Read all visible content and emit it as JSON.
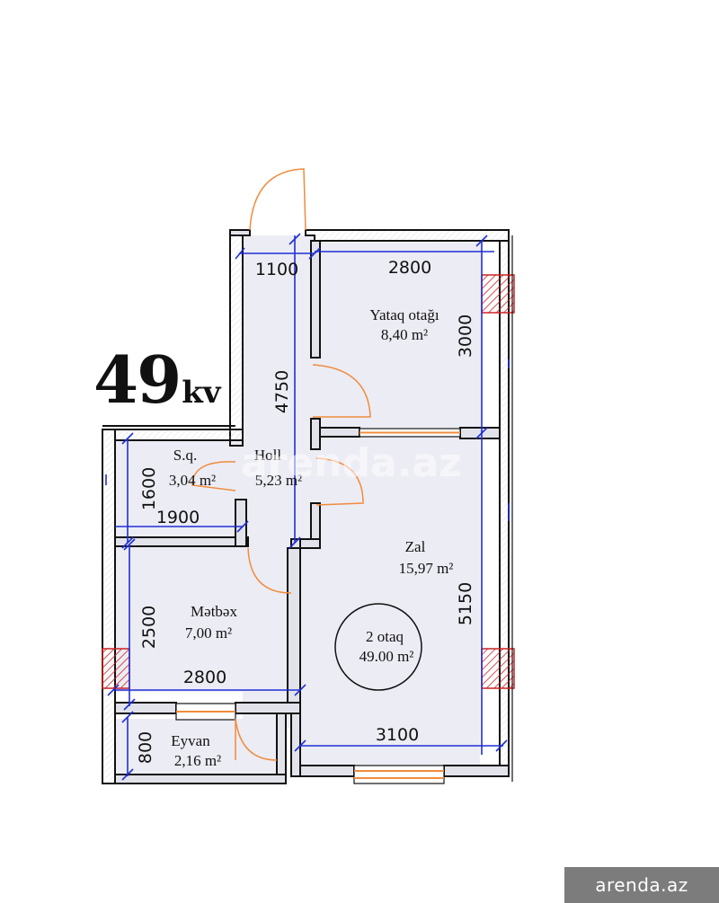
{
  "title": {
    "number": "49",
    "unit": "kv"
  },
  "rooms": {
    "yataq": {
      "name": "Yataq otağı",
      "area": "8,40 m²"
    },
    "hall": {
      "name": "Holl",
      "area": "5,23 m²"
    },
    "sq": {
      "name": "S.q.",
      "area": "3,04 m²"
    },
    "zal": {
      "name": "Zal",
      "area": "15,97 m²"
    },
    "metbex": {
      "name": "Mətbəx",
      "area": "7,00 m²"
    },
    "eyvan": {
      "name": "Eyvan",
      "area": "2,16 m²"
    }
  },
  "summary": {
    "rooms": "2 otaq",
    "area": "49.00 m²"
  },
  "dimensions": {
    "d1100": "1100",
    "d2800_top": "2800",
    "d3000": "3000",
    "d4750": "4750",
    "d1600": "1600",
    "d1900": "1900",
    "d2500": "2500",
    "d2800_mid": "2800",
    "d5150": "5150",
    "d3100": "3100",
    "d800": "800"
  },
  "watermark": "arenda.az",
  "colors": {
    "wall_fill": "#e6e6ee",
    "floor": "#ececf4",
    "dimension": "#1f2fd6",
    "door": "#f08c3c",
    "hatch": "#cc2222"
  }
}
